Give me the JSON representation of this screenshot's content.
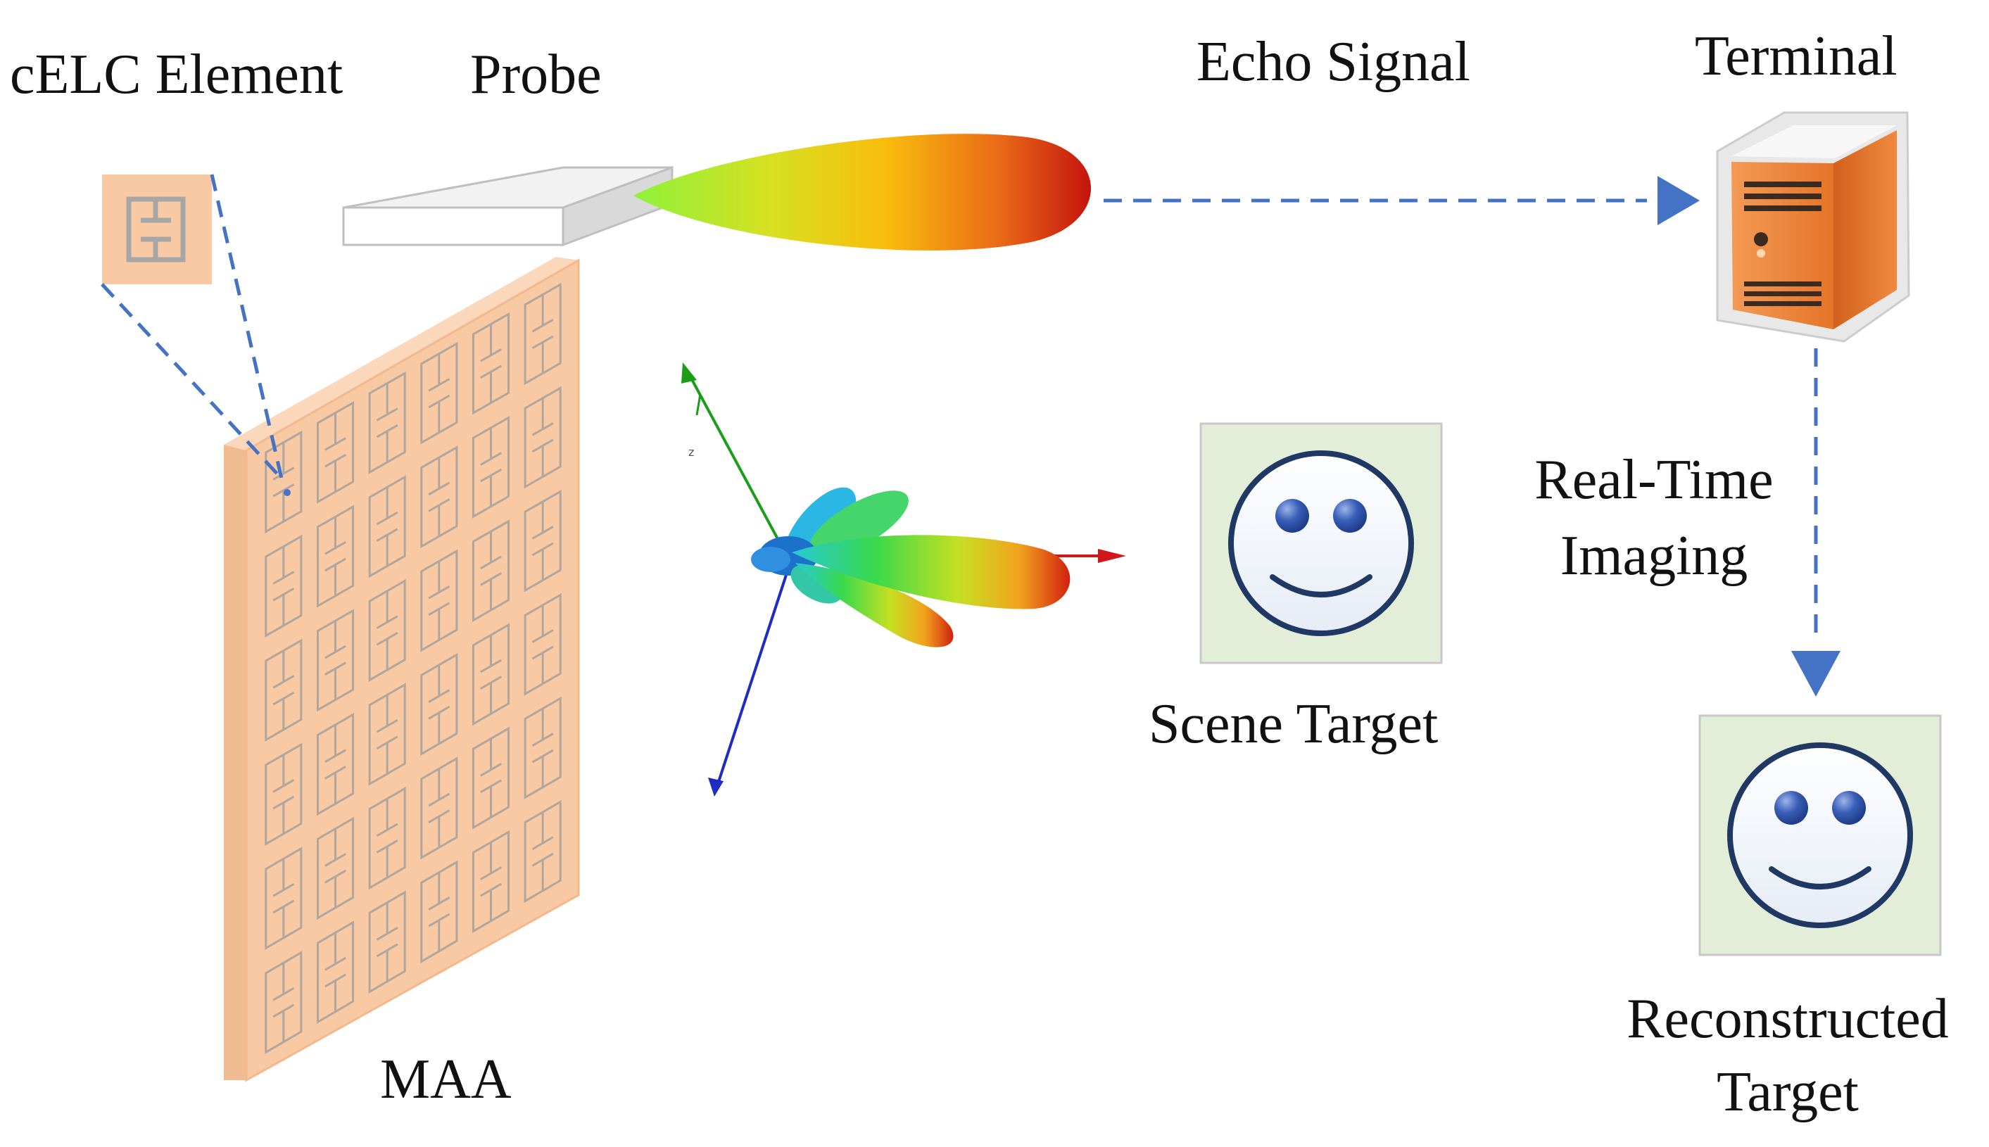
{
  "labels": {
    "celc_element": "cELC Element",
    "probe": "Probe",
    "echo_signal": "Echo Signal",
    "terminal": "Terminal",
    "real_time_line1": "Real-Time",
    "real_time_line2": "Imaging",
    "scene_target": "Scene Target",
    "reconstructed_line1": "Reconstructed",
    "reconstructed_line2": "Target",
    "maa": "MAA"
  },
  "icons": {
    "element_zoom": "celc-unit-cell-icon",
    "probe": "probe-waveguide-icon",
    "echo_beam": "radiation-lobe-icon",
    "radiation_pattern": "3d-radiation-pattern-icon",
    "terminal": "server-tower-icon",
    "scene_target": "smiley-face-icon",
    "reconstructed_target": "smiley-face-icon",
    "maa_panel": "metasurface-antenna-array-icon"
  },
  "colors": {
    "arrow": "#4472c4",
    "panel": "#f9c9a3",
    "target_bg": "#e2eed8",
    "face_outline": "#1f3864",
    "server": "#e9792e"
  },
  "array": {
    "rows": 6,
    "cols": 6
  }
}
